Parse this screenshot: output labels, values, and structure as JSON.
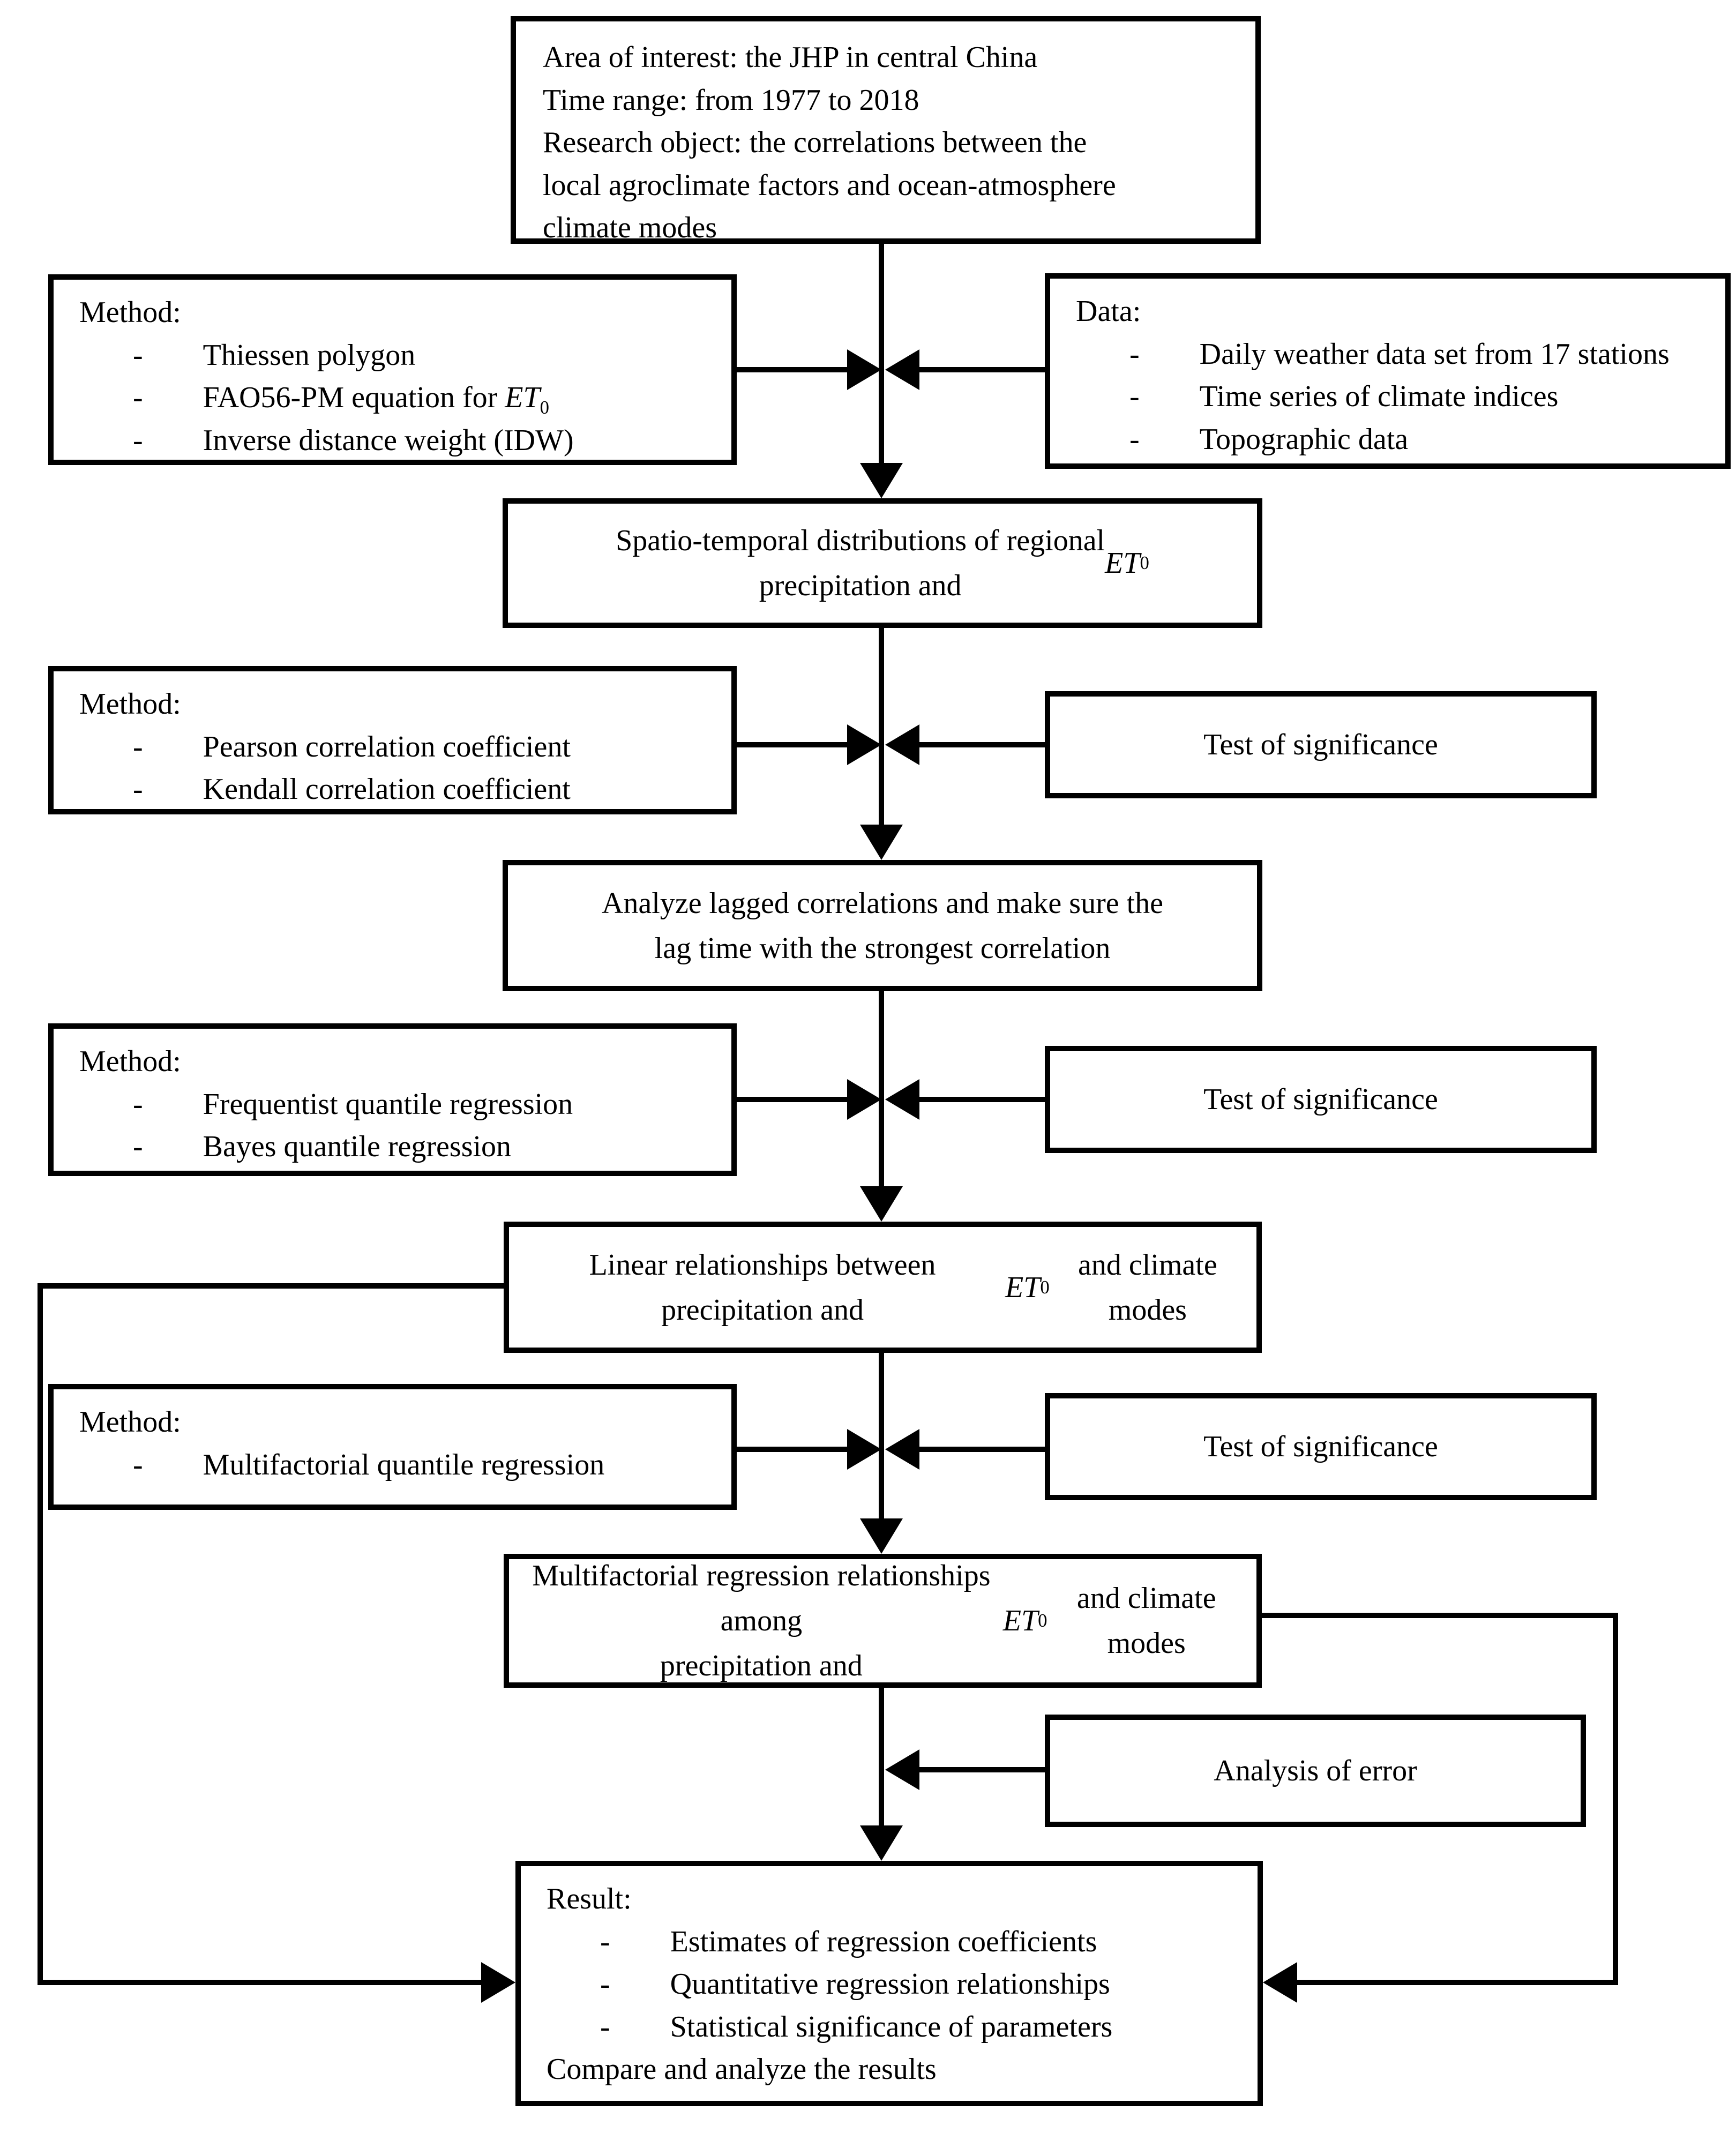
{
  "bullet": "-",
  "top_box": "Area of interest: the JHP in central China\nTime range: from 1977 to 2018\nResearch object: the correlations between the\nlocal agroclimate factors and ocean-atmosphere\nclimate modes",
  "method1": {
    "title": "Method:",
    "items": [
      "Thiessen polygon",
      "FAO56-PM equation for ET_0",
      "Inverse distance weight (IDW)"
    ]
  },
  "data_box": {
    "title": "Data:",
    "items": [
      "Daily weather data set from 17 stations",
      "Time series of climate indices",
      "Topographic data"
    ]
  },
  "spatio_box": "Spatio-temporal distributions of regional\nprecipitation and ET_0",
  "method2": {
    "title": "Method:",
    "items": [
      "Pearson correlation coefficient",
      "Kendall correlation coefficient"
    ]
  },
  "test1": "Test of significance",
  "analyze_box": "Analyze lagged correlations and make sure the\nlag time with the strongest correlation",
  "method3": {
    "title": "Method:",
    "items": [
      "Frequentist quantile regression",
      "Bayes quantile regression"
    ]
  },
  "test2": "Test of significance",
  "linear_box": "Linear relationships between precipitation and\nET_0 and climate modes",
  "method4": {
    "title": "Method:",
    "items": [
      "Multifactorial quantile regression"
    ]
  },
  "test3": "Test of significance",
  "multi_box": "Multifactorial regression relationships among\nprecipitation and ET_0 and climate modes",
  "error_box": "Analysis of error",
  "result": {
    "title": "Result:",
    "items": [
      "Estimates of regression coefficients",
      "Quantitative regression relationships",
      "Statistical significance of parameters"
    ],
    "footer": "Compare and analyze the results"
  }
}
